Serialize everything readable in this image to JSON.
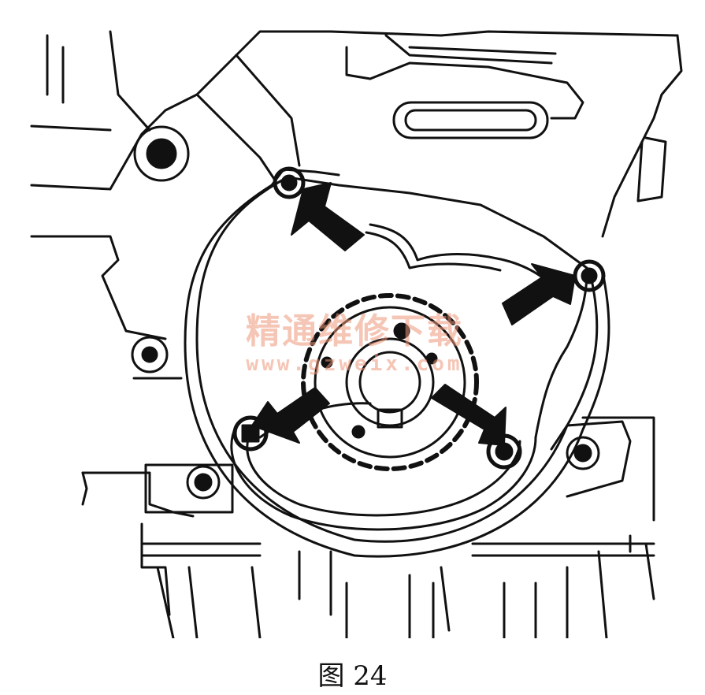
{
  "figure": {
    "caption": "图 24",
    "watermark": {
      "title": "精通维修下载",
      "url": "www.gzweix.com",
      "color": "#ee9a7a"
    },
    "line_color": "#111111",
    "arrow_color": "#111111"
  }
}
